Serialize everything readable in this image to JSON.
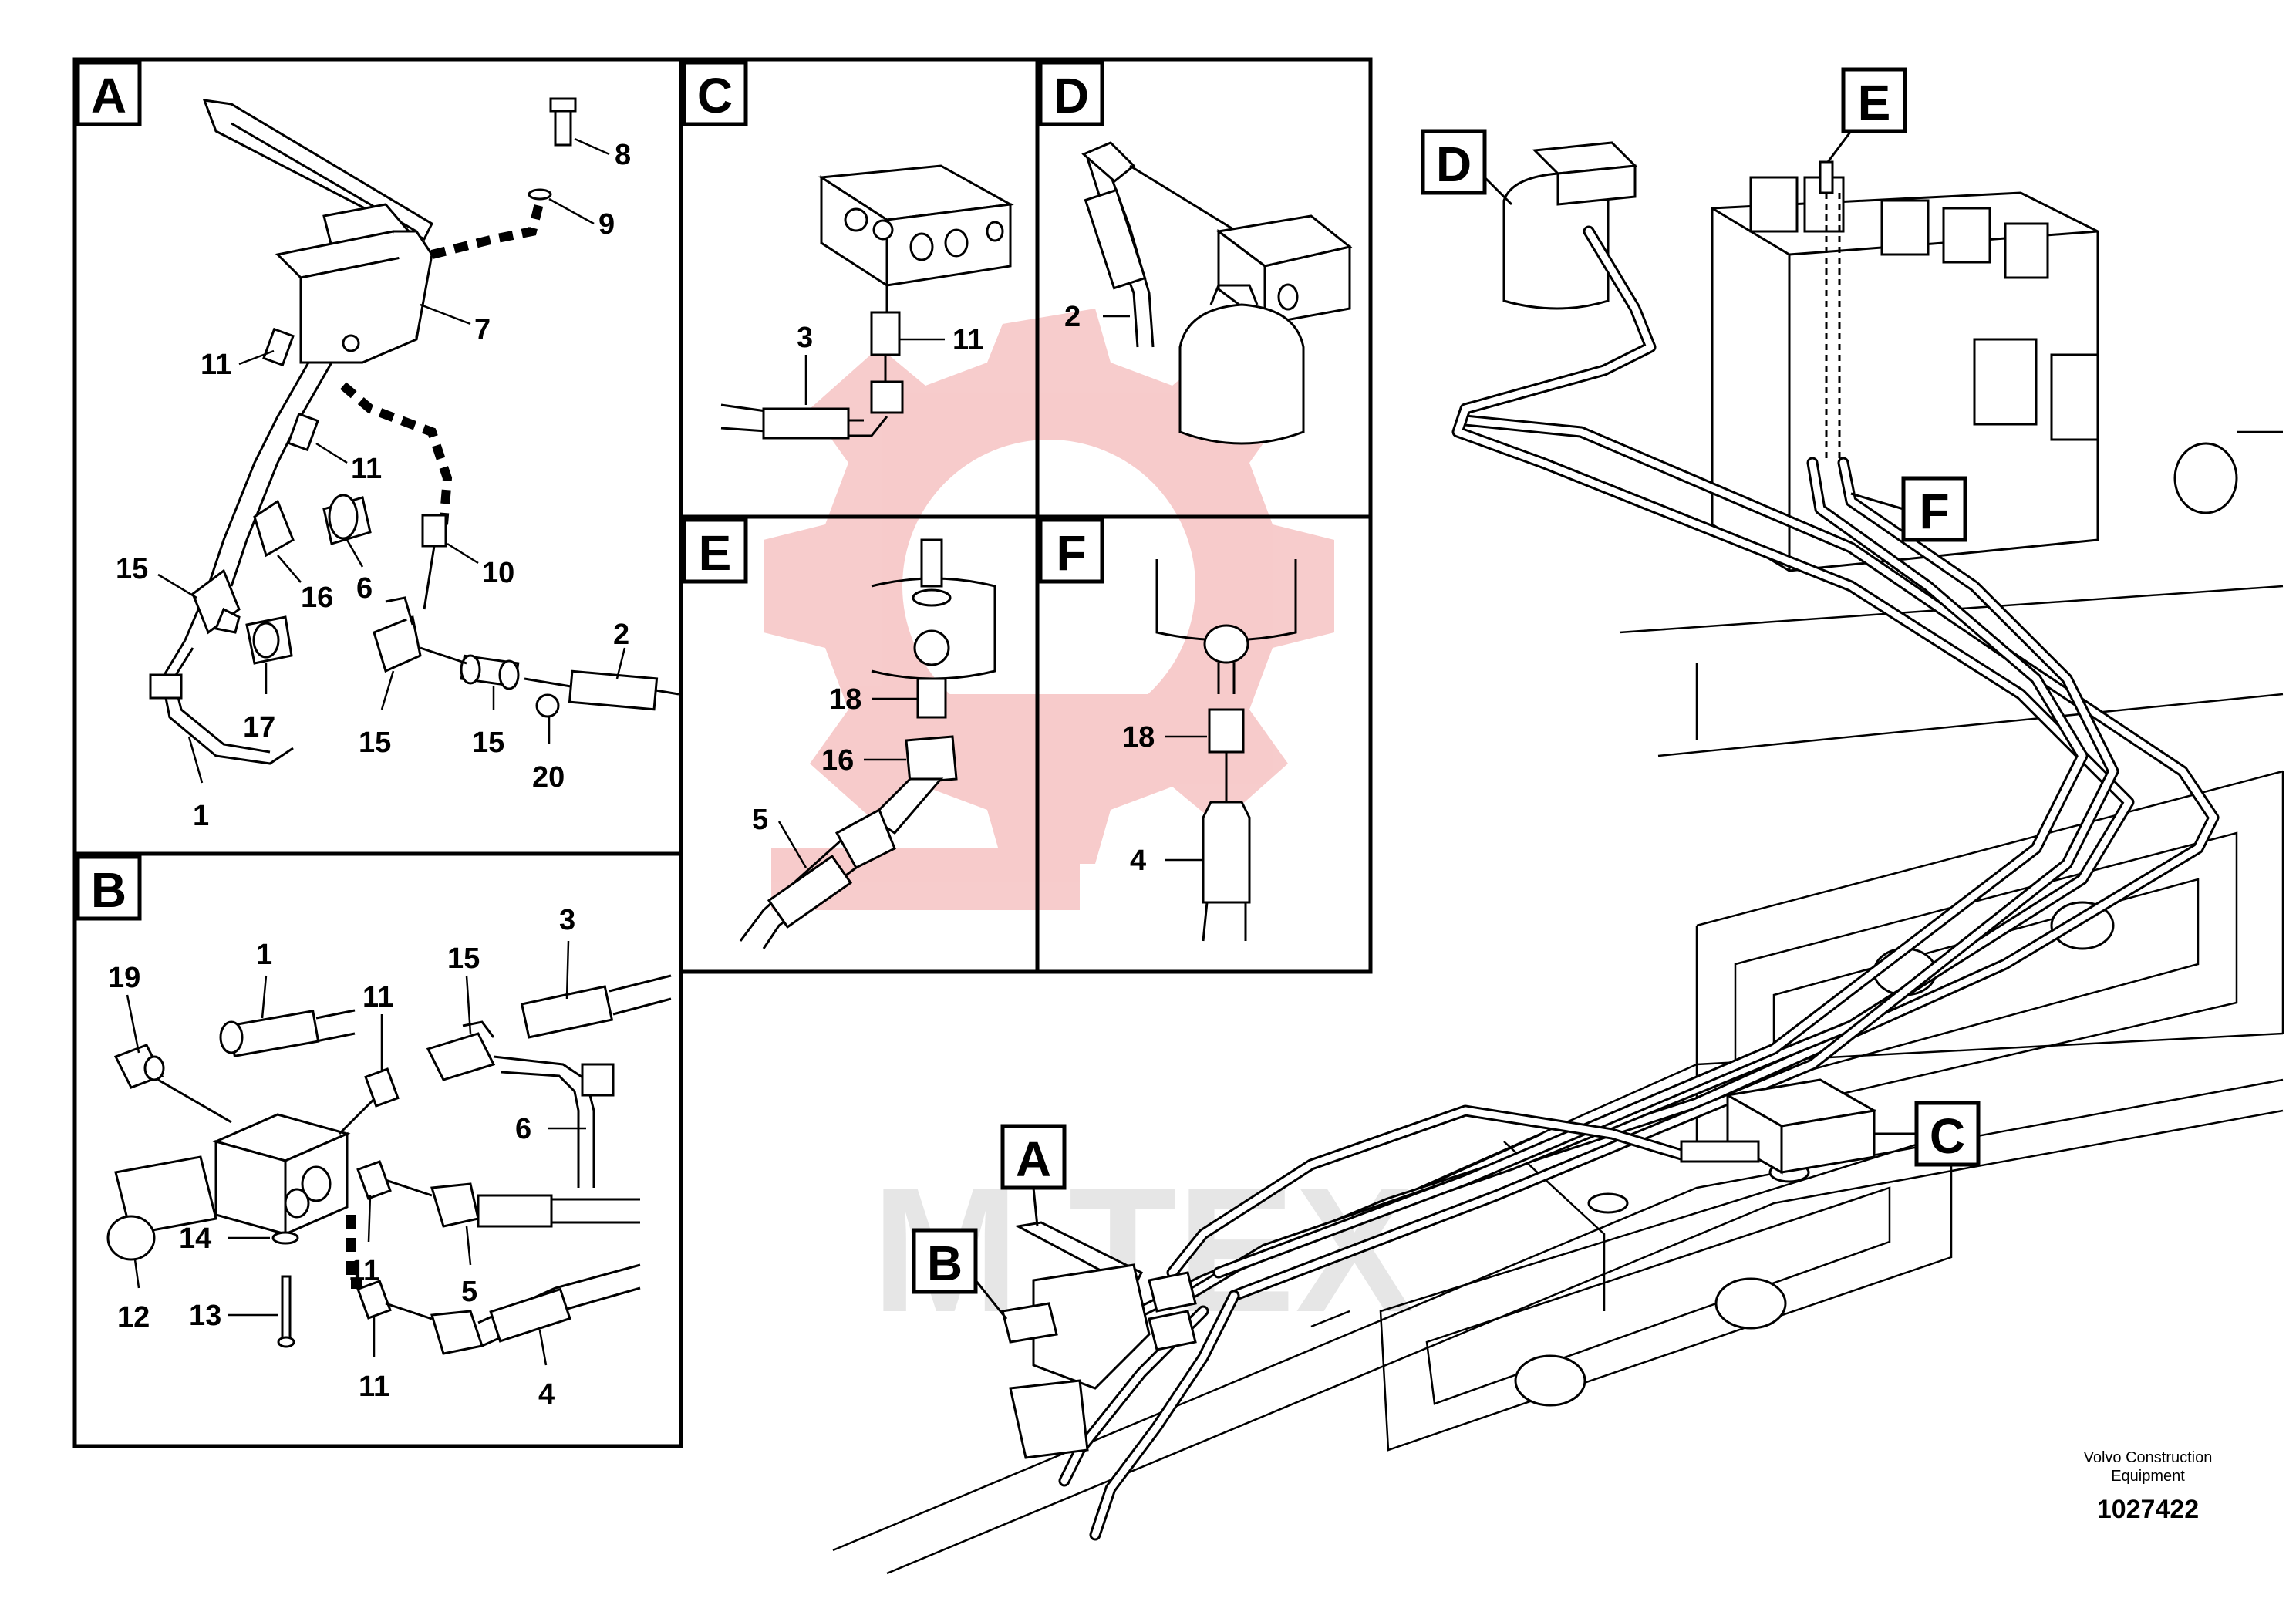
{
  "panels": {
    "A": {
      "tag": "A",
      "labels": [
        "8",
        "9",
        "7",
        "11",
        "11",
        "6",
        "16",
        "15",
        "10",
        "17",
        "15",
        "15",
        "20",
        "2",
        "1"
      ]
    },
    "B": {
      "tag": "B",
      "labels": [
        "1",
        "3",
        "19",
        "11",
        "15",
        "6",
        "14",
        "11",
        "12",
        "13",
        "5",
        "11",
        "4"
      ]
    },
    "C": {
      "tag": "C",
      "labels": [
        "3",
        "11"
      ]
    },
    "D": {
      "tag": "D",
      "labels": [
        "2"
      ]
    },
    "E": {
      "tag": "E",
      "labels": [
        "18",
        "16",
        "5"
      ]
    },
    "F": {
      "tag": "F",
      "labels": [
        "18",
        "4"
      ]
    }
  },
  "main_callouts": [
    "D",
    "E",
    "F",
    "C",
    "A",
    "B"
  ],
  "footer": {
    "company_line1": "Volvo Construction",
    "company_line2": "Equipment",
    "doc_number": "1027422"
  },
  "icons": {
    "watermark": "gear-logo-watermark",
    "watermark_color": "#f2b8b8"
  }
}
